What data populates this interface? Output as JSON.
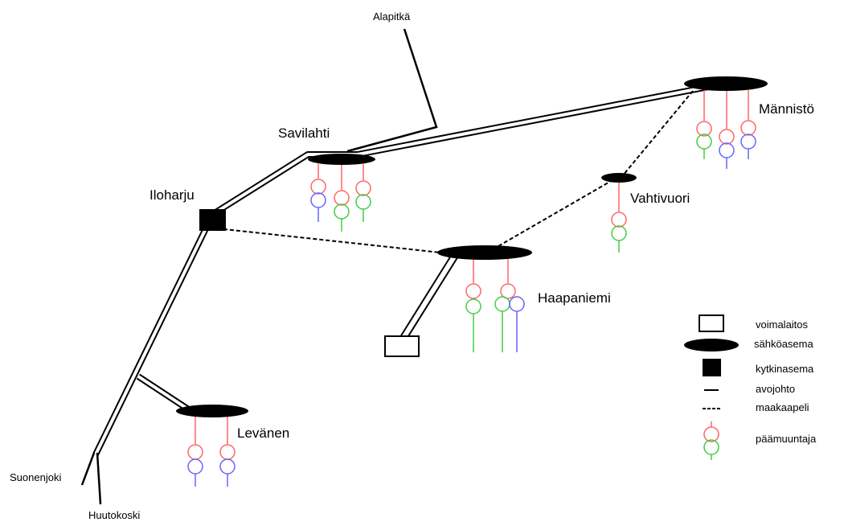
{
  "stations": {
    "mannisto": "Männistö",
    "savilahti": "Savilahti",
    "iloharju": "Iloharju",
    "vahtivuori": "Vahtivuori",
    "haapaniemi": "Haapaniemi",
    "levanen": "Levänen"
  },
  "endpoints": {
    "alapitka": "Alapitkä",
    "suonenjoki": "Suonenjoki",
    "huutokoski": "Huutokoski"
  },
  "legend": {
    "voimalaitos": "voimalaitos",
    "sahkoasema": "sähköasema",
    "kytkinasema": "kytkinasema",
    "avojohto": "avojohto",
    "maakaapeli": "maakaapeli",
    "paamuuntaja": "päämuuntaja"
  },
  "colors": {
    "line": "#000000",
    "primary_winding": "#ff6666",
    "secondary_winding": "#44cc44",
    "tertiary_winding": "#6666ff"
  }
}
